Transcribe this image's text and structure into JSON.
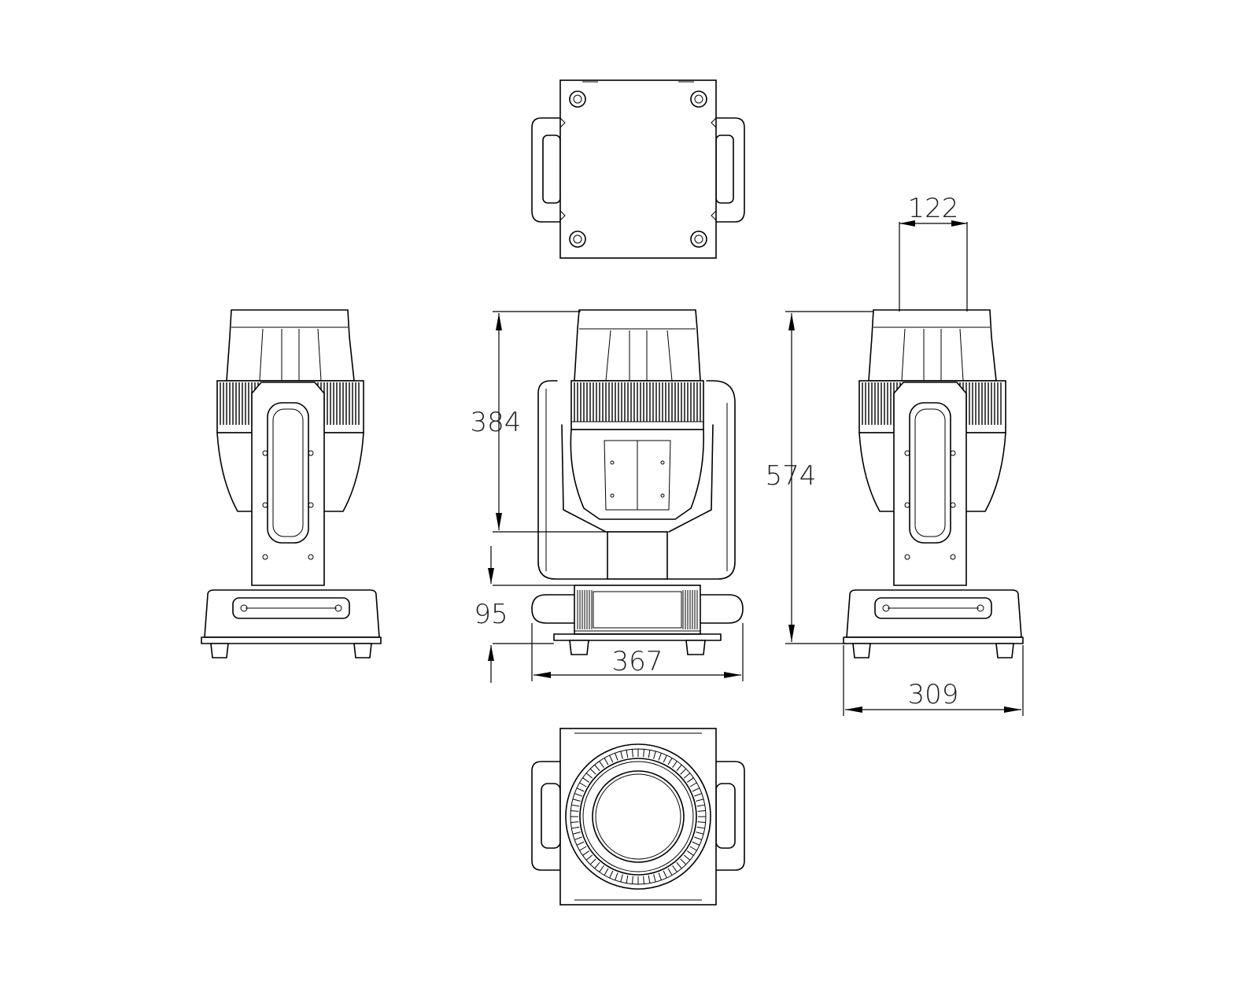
{
  "dimensions": {
    "d122": "122",
    "d384": "384",
    "d574": "574",
    "d95": "95",
    "d367": "367",
    "d309": "309"
  },
  "colors": {
    "line": "#000000",
    "background": "#ffffff"
  }
}
